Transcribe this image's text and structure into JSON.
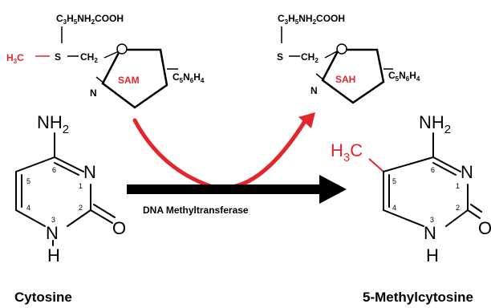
{
  "sam": {
    "side_chain": "C3H5NH2COOH",
    "methyl": "H3C",
    "sulfur": "S",
    "ch2": "CH2",
    "ring_n": "N",
    "adenine": "C5N6H4",
    "label": "SAM"
  },
  "sah": {
    "side_chain": "C3H5NH2COOH",
    "sulfur": "S",
    "ch2": "CH2",
    "ring_n": "N",
    "adenine": "C5N6H4",
    "label": "SAH"
  },
  "cytosine": {
    "amine": "NH2",
    "n1": "N",
    "n3": "N",
    "h": "H",
    "o": "O",
    "positions": [
      "6",
      "1",
      "2",
      "3",
      "4",
      "5"
    ],
    "name": "Cytosine"
  },
  "methylcytosine": {
    "methyl": "H3C",
    "amine": "NH2",
    "n1": "N",
    "n3": "N",
    "h": "H",
    "o": "O",
    "positions": [
      "6",
      "1",
      "2",
      "3",
      "4",
      "5"
    ],
    "name": "5-Methylcytosine"
  },
  "enzyme": "DNA Methyltransferase",
  "colors": {
    "methyl_red": "#e4262c",
    "arrow_black": "#000000"
  }
}
